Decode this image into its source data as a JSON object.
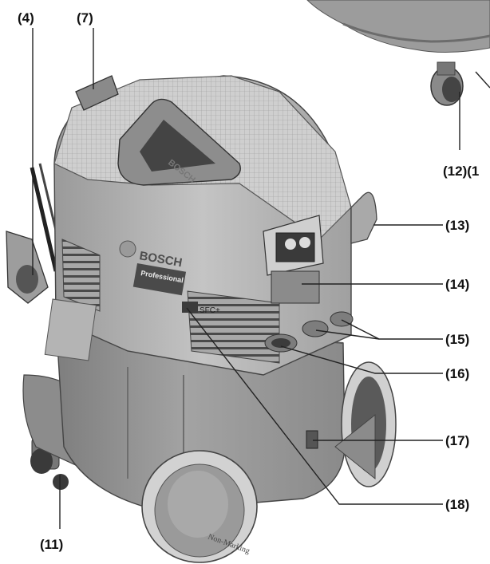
{
  "callouts": {
    "c4": "(4)",
    "c7": "(7)",
    "c11": "(11)",
    "c12": "(12)(1",
    "c13": "(13)",
    "c14": "(14)",
    "c15": "(15)",
    "c16": "(16)",
    "c17": "(17)",
    "c18": "(18)"
  },
  "product_labels": {
    "brand": "BOSCH",
    "line": "Professional",
    "sfc": "SFC+",
    "wheel_text": "Non-Marking"
  },
  "colors": {
    "body_light": "#bfbfbf",
    "body_mid": "#a5a5a5",
    "body_dark": "#7a7a7a",
    "container": "#8f8f8f",
    "wheel_tire": "#d2d2d2",
    "lead_line": "#222222"
  }
}
